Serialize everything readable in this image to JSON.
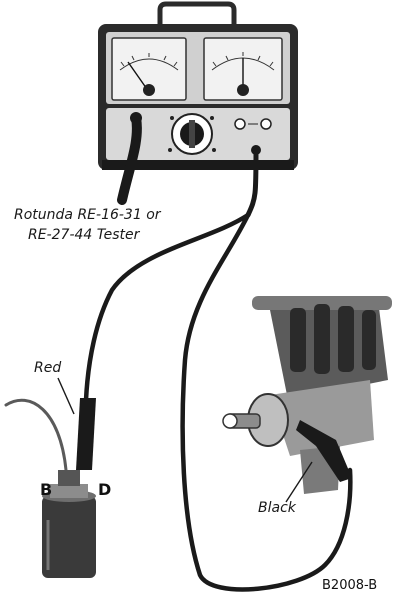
{
  "labels": {
    "tester_line1": "Rotunda RE-16-31 or",
    "tester_line2": "RE-27-44 Tester",
    "red": "Red",
    "black": "Black",
    "terminal_b": "B",
    "terminal_d": "D",
    "figure_id": "B2008-B"
  },
  "colors": {
    "ink": "#1a1a1a",
    "case": "#2b2b2b",
    "panel": "#d9d9d9",
    "meter_face": "#f2f2f2",
    "metal": "#9a9a9a"
  }
}
